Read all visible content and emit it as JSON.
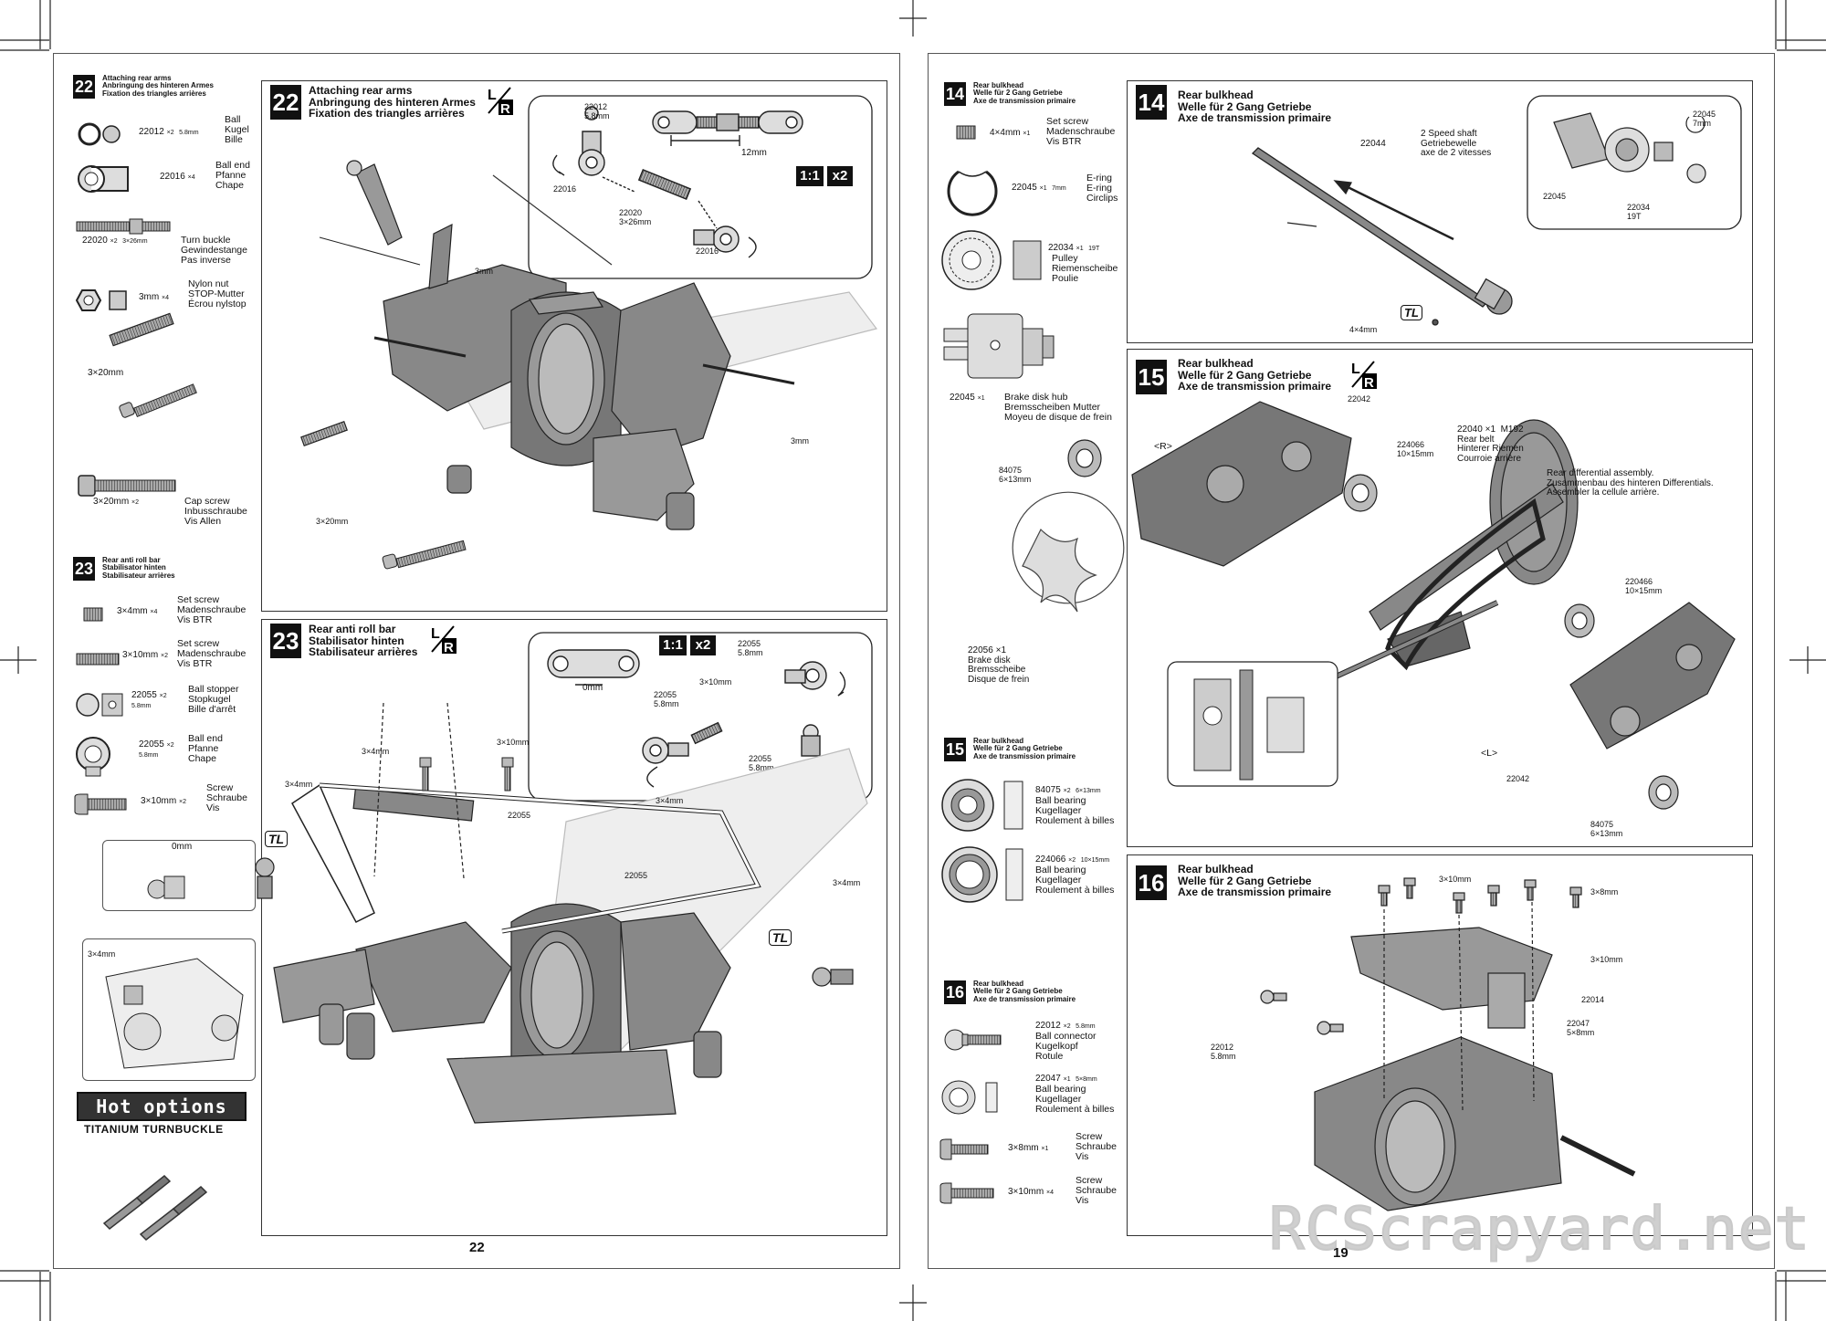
{
  "page_numbers": {
    "left": "22",
    "right": "19"
  },
  "watermark": "RCScrapyard.net",
  "hot_options": {
    "logo": "Hot options",
    "caption": "TITANIUM TURNBUCKLE"
  },
  "scale_badge": {
    "ratio": "1:1",
    "mult": "x2"
  },
  "step22": {
    "num": "22",
    "title": [
      "Attaching rear arms",
      "Anbringung des hinteren Armes",
      "Fixation des triangles arrières"
    ],
    "parts": [
      {
        "code": "22012",
        "qty": "2",
        "size": "5.8mm",
        "names": [
          "Ball",
          "Kugel",
          "Bille"
        ]
      },
      {
        "code": "22016",
        "qty": "4",
        "size": "",
        "names": [
          "Ball end",
          "Pfanne",
          "Chape"
        ]
      },
      {
        "code": "22020",
        "qty": "2",
        "size": "3×26mm",
        "names": [
          "Turn buckle",
          "Gewindestange",
          "Pas inverse"
        ]
      },
      {
        "code": "3mm",
        "qty": "4",
        "size": "",
        "names": [
          "Nylon nut",
          "STOP-Mutter",
          "Écrou nylstop"
        ]
      },
      {
        "code": "3×20mm",
        "qty": "",
        "size": "",
        "names": []
      },
      {
        "code": "3×20mm",
        "qty": "2",
        "size": "",
        "names": [
          "Cap screw",
          "Inbusschraube",
          "Vis Allen"
        ]
      }
    ],
    "callouts": {
      "ball": "22012",
      "ball_size": "5.8mm",
      "rod_len": "12mm",
      "end": "22016",
      "turn": "22020",
      "turn_size": "3×26mm",
      "end2": "22016",
      "nut1": "3mm",
      "nut2": "3mm",
      "screw": "3×20mm"
    }
  },
  "step23": {
    "num": "23",
    "title": [
      "Rear anti roll bar",
      "Stabilisator hinten",
      "Stabilisateur arrières"
    ],
    "parts": [
      {
        "code": "3×4mm",
        "qty": "4",
        "names": [
          "Set screw",
          "Madenschraube",
          "Vis BTR"
        ]
      },
      {
        "code": "3×10mm",
        "qty": "2",
        "names": [
          "Set screw",
          "Madenschraube",
          "Vis BTR"
        ]
      },
      {
        "code": "22055",
        "qty": "2",
        "size": "5.8mm",
        "names": [
          "Ball stopper",
          "Stopkugel",
          "Bille d'arrêt"
        ]
      },
      {
        "code": "22055",
        "qty": "2",
        "size": "5.8mm",
        "names": [
          "Ball end",
          "Pfanne",
          "Chape"
        ]
      },
      {
        "code": "3×10mm",
        "qty": "2",
        "names": [
          "Screw",
          "Schraube",
          "Vis"
        ]
      }
    ],
    "callouts": {
      "gap": "0mm",
      "ball": "22055",
      "ball_size": "5.8mm",
      "screw": "3×10mm",
      "end": "22055",
      "end_size": "5.8mm",
      "stop": "22055",
      "stop_size": "5.8mm",
      "s1": "3×4mm",
      "s2": "3×10mm",
      "s3": "3×4mm",
      "s4": "3×4mm",
      "s5": "3×4mm",
      "bar": "22055",
      "bar2": "22055",
      "inset_gap": "0mm",
      "inset_s": "3×4mm"
    }
  },
  "step14": {
    "num": "14",
    "title": [
      "Rear bulkhead",
      "Welle für 2 Gang Getriebe",
      "Axe de transmission primaire"
    ],
    "parts": [
      {
        "code": "4×4mm",
        "qty": "1",
        "names": [
          "Set screw",
          "Madenschraube",
          "Vis BTR"
        ]
      },
      {
        "code": "22045",
        "qty": "1",
        "size": "7mm",
        "names": [
          "E-ring",
          "E-ring",
          "Circlips"
        ]
      },
      {
        "code": "22034",
        "qty": "1",
        "size": "19T",
        "names": [
          "Pulley",
          "Riemenscheibe",
          "Poulie"
        ]
      },
      {
        "code": "22045",
        "qty": "1",
        "names": [
          "Brake disk hub",
          "Bremsscheiben Mutter",
          "Moyeu de disque de frein"
        ]
      }
    ],
    "callouts": {
      "shaft": "22044",
      "shaft_names": [
        "2 Speed shaft",
        "Getriebewelle",
        "axe de 2 vitesses"
      ],
      "ering": "22045",
      "ering_size": "7mm",
      "hub": "22045",
      "pulley": "22034",
      "pulley_size": "19T",
      "screw": "4×4mm"
    }
  },
  "step15": {
    "num": "15",
    "title": [
      "Rear bulkhead",
      "Welle für 2 Gang Getriebe",
      "Axe de transmission primaire"
    ],
    "parts": [
      {
        "code": "84075",
        "qty": "2",
        "size": "6×13mm",
        "names": [
          "Ball bearing",
          "Kugellager",
          "Roulement à billes"
        ]
      },
      {
        "code": "224066",
        "qty": "2",
        "size": "10×15mm",
        "names": [
          "Ball bearing",
          "Kugellager",
          "Roulement à billes"
        ]
      }
    ],
    "callouts": {
      "bulk": "22042",
      "r": "<R>",
      "l": "<L>",
      "b1": "84075",
      "b1s": "6×13mm",
      "b2": "224066",
      "b2s": "10×15mm",
      "belt": "22040",
      "belt_q": "1",
      "belt_m": "M192",
      "belt_names": [
        "Rear belt",
        "Hinterer Riemen",
        "Courroie arrière"
      ],
      "diff": [
        "Rear differential assembly.",
        "Zusammenbau des hinteren Differentials.",
        "Assembler la cellule arrière."
      ],
      "b3": "220466",
      "b3s": "10×15mm",
      "disk": "22056",
      "disk_q": "1",
      "disk_names": [
        "Brake disk",
        "Bremsscheibe",
        "Disque de frein"
      ],
      "bulk2": "22042",
      "b4": "84075",
      "b4s": "6×13mm"
    }
  },
  "step16": {
    "num": "16",
    "title": [
      "Rear bulkhead",
      "Welle für 2 Gang Getriebe",
      "Axe de transmission primaire"
    ],
    "parts": [
      {
        "code": "22012",
        "qty": "2",
        "size": "5.8mm",
        "names": [
          "Ball connector",
          "Kugelkopf",
          "Rotule"
        ]
      },
      {
        "code": "22047",
        "qty": "1",
        "size": "5×8mm",
        "names": [
          "Ball bearing",
          "Kugellager",
          "Roulement à billes"
        ]
      },
      {
        "code": "3×8mm",
        "qty": "1",
        "names": [
          "Screw",
          "Schraube",
          "Vis"
        ]
      },
      {
        "code": "3×10mm",
        "qty": "4",
        "names": [
          "Screw",
          "Schraube",
          "Vis"
        ]
      }
    ],
    "callouts": {
      "s1": "3×10mm",
      "s2": "3×8mm",
      "s3": "3×10mm",
      "bulk": "22014",
      "bear": "22047",
      "bear_s": "5×8mm",
      "ball": "22012",
      "ball_s": "5.8mm"
    }
  }
}
